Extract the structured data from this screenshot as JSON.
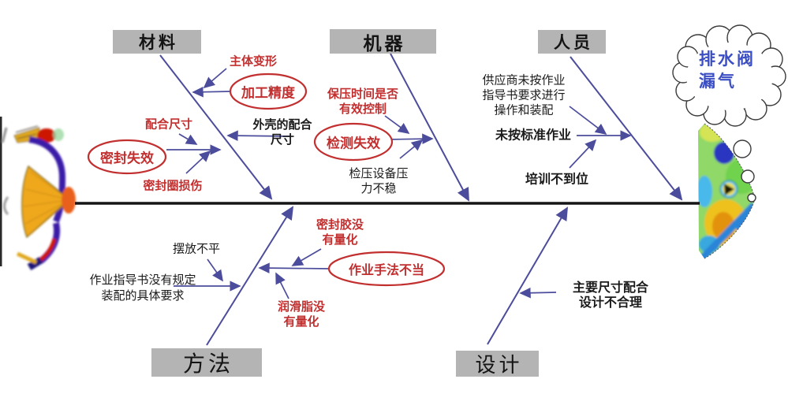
{
  "colors": {
    "accent_red": "#c22f2f",
    "arrow_blue": "#4c4c9c",
    "category_box_gray": "#b4b4b4",
    "effect_text_blue": "#3b4ec4",
    "spine_black": "#151515"
  },
  "effect": {
    "line1": "排水阀",
    "line2": "漏气"
  },
  "categories": {
    "material": "材料",
    "machine": "机器",
    "personnel": "人员",
    "method": "方法",
    "design": "设计"
  },
  "material": {
    "body_deformation": "主体变形",
    "machining_accuracy": "加工精度",
    "fit_dimension": "配合尺寸",
    "seal_failure": "密封失效",
    "seal_ring_damage": "密封圈损伤",
    "housing_fit_l1": "外壳的配合",
    "housing_fit_l2": "尺寸"
  },
  "machine": {
    "holding_time_l1": "保压时间是否",
    "holding_time_l2": "有效控制",
    "detection_failure": "检测失效",
    "pressure_unstable_l1": "检压设备压",
    "pressure_unstable_l2": "力不稳"
  },
  "personnel": {
    "supplier_l1": "供应商未按作业",
    "supplier_l2": "指导书要求进行",
    "supplier_l3": "操作和装配",
    "nonstandard_operation": "未按标准作业",
    "training_gap": "培训不到位"
  },
  "method": {
    "uneven_placement": "摆放不平",
    "instruction_gap_l1": "作业指导书没有规定",
    "instruction_gap_l2": "装配的具体要求",
    "sealant_l1": "密封胶没",
    "sealant_l2": "有量化",
    "improper_technique": "作业手法不当",
    "grease_l1": "润滑脂没",
    "grease_l2": "有量化"
  },
  "design": {
    "fit_design_l1": "主要尺寸配合",
    "fit_design_l2": "设计不合理"
  }
}
